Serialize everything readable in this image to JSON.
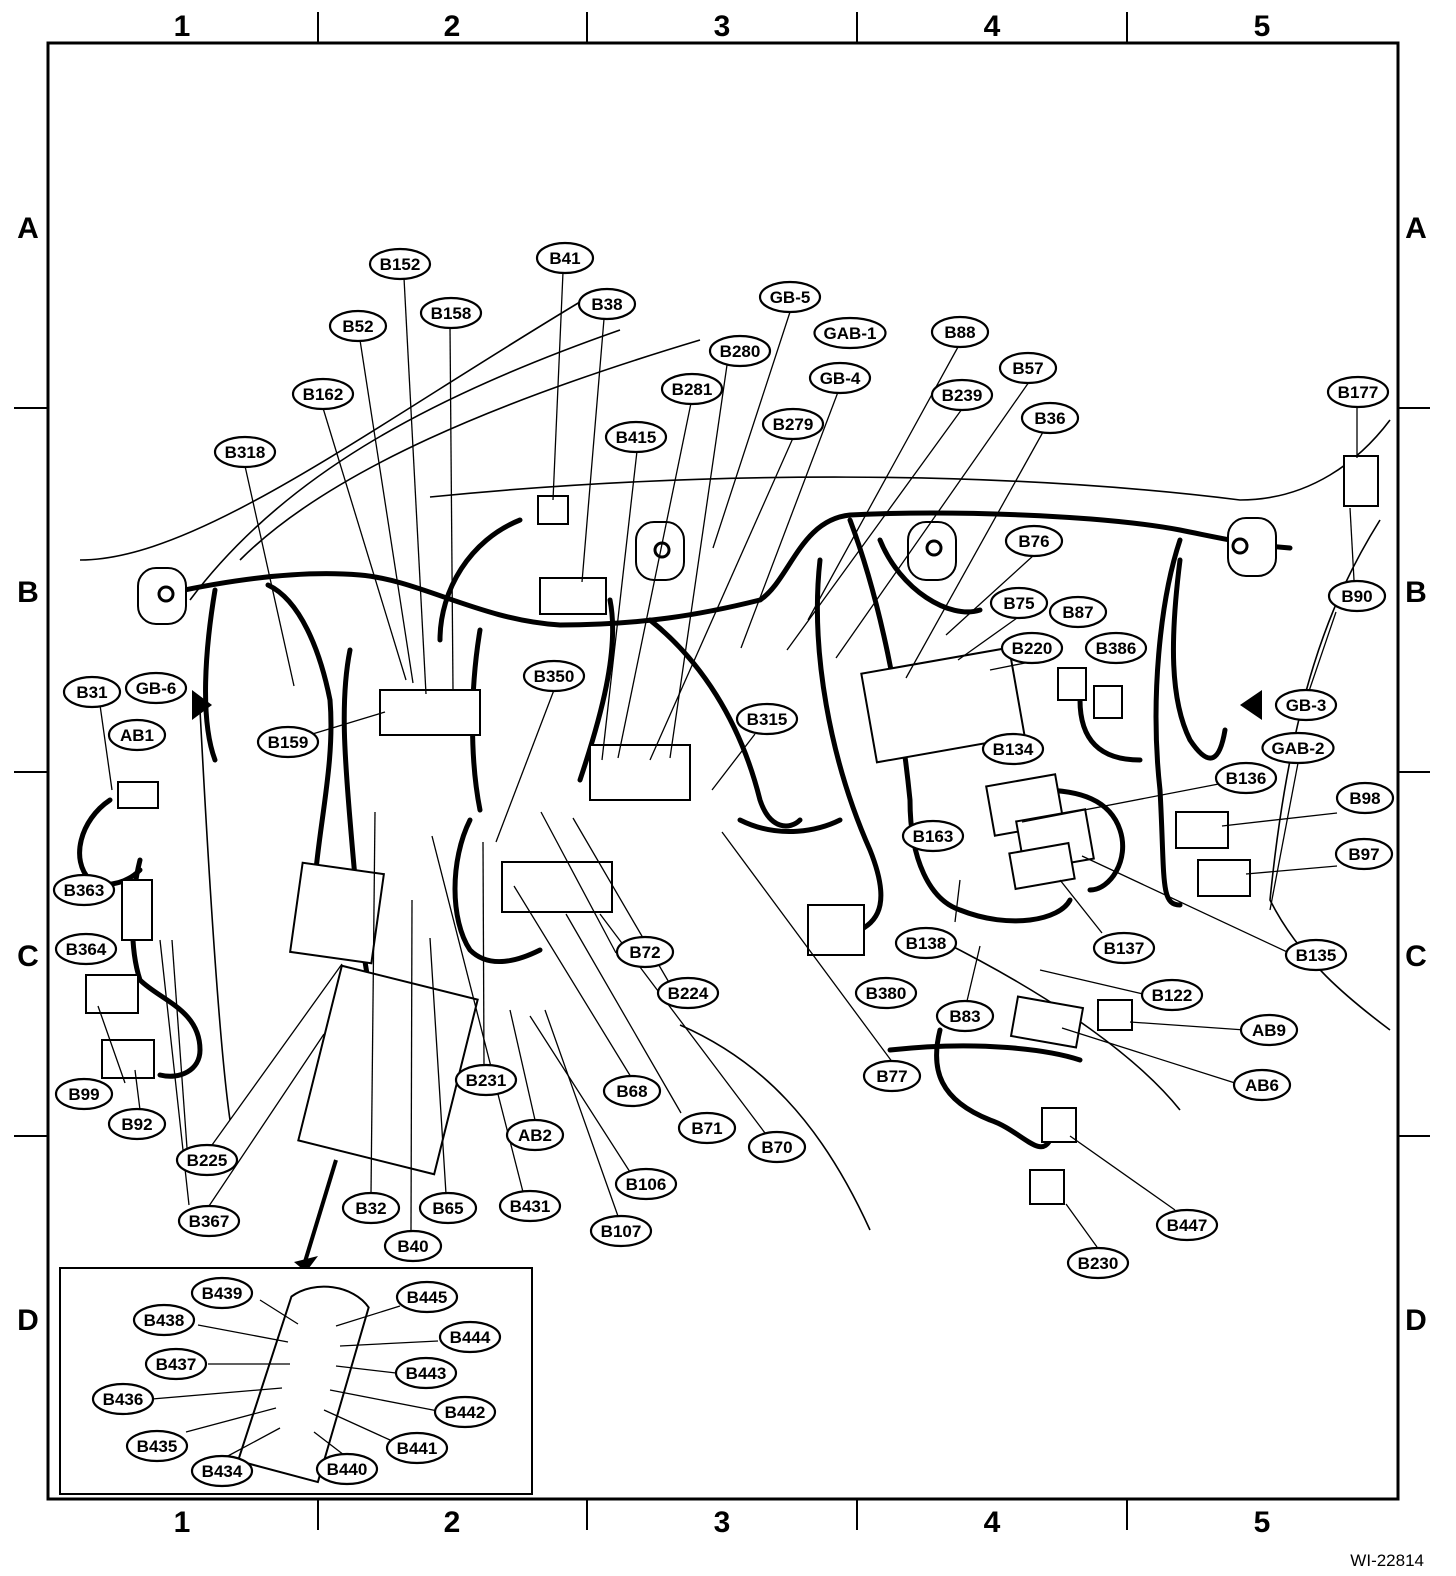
{
  "grid": {
    "columns": [
      "1",
      "2",
      "3",
      "4",
      "5"
    ],
    "rows": [
      "A",
      "B",
      "C",
      "D"
    ]
  },
  "figure_id": "WI-22814",
  "callouts": [
    {
      "label": "B152"
    },
    {
      "label": "B41"
    },
    {
      "label": "B38"
    },
    {
      "label": "B52"
    },
    {
      "label": "B158"
    },
    {
      "label": "GB-5"
    },
    {
      "label": "GAB-1"
    },
    {
      "label": "B88"
    },
    {
      "label": "B280"
    },
    {
      "label": "B57"
    },
    {
      "label": "GB-4"
    },
    {
      "label": "B162"
    },
    {
      "label": "B281"
    },
    {
      "label": "B239"
    },
    {
      "label": "B177"
    },
    {
      "label": "B36"
    },
    {
      "label": "B279"
    },
    {
      "label": "B415"
    },
    {
      "label": "B318"
    },
    {
      "label": "B76"
    },
    {
      "label": "B90"
    },
    {
      "label": "B75"
    },
    {
      "label": "B87"
    },
    {
      "label": "B220"
    },
    {
      "label": "B386"
    },
    {
      "label": "B350"
    },
    {
      "label": "B31"
    },
    {
      "label": "GB-6"
    },
    {
      "label": "GB-3"
    },
    {
      "label": "B315"
    },
    {
      "label": "AB1"
    },
    {
      "label": "B159"
    },
    {
      "label": "B134"
    },
    {
      "label": "GAB-2"
    },
    {
      "label": "B136"
    },
    {
      "label": "B98"
    },
    {
      "label": "B163"
    },
    {
      "label": "B97"
    },
    {
      "label": "B363"
    },
    {
      "label": "B364"
    },
    {
      "label": "B72"
    },
    {
      "label": "B138"
    },
    {
      "label": "B137"
    },
    {
      "label": "B135"
    },
    {
      "label": "B224"
    },
    {
      "label": "B380"
    },
    {
      "label": "B122"
    },
    {
      "label": "B83"
    },
    {
      "label": "AB9"
    },
    {
      "label": "B77"
    },
    {
      "label": "B231"
    },
    {
      "label": "B68"
    },
    {
      "label": "AB6"
    },
    {
      "label": "B99"
    },
    {
      "label": "B92"
    },
    {
      "label": "AB2"
    },
    {
      "label": "B71"
    },
    {
      "label": "B70"
    },
    {
      "label": "B225"
    },
    {
      "label": "B106"
    },
    {
      "label": "B431"
    },
    {
      "label": "B32"
    },
    {
      "label": "B65"
    },
    {
      "label": "B367"
    },
    {
      "label": "B107"
    },
    {
      "label": "B447"
    },
    {
      "label": "B40"
    },
    {
      "label": "B230"
    },
    {
      "label": "B439"
    },
    {
      "label": "B445"
    },
    {
      "label": "B438"
    },
    {
      "label": "B444"
    },
    {
      "label": "B437"
    },
    {
      "label": "B443"
    },
    {
      "label": "B436"
    },
    {
      "label": "B442"
    },
    {
      "label": "B435"
    },
    {
      "label": "B441"
    },
    {
      "label": "B434"
    },
    {
      "label": "B440"
    }
  ]
}
